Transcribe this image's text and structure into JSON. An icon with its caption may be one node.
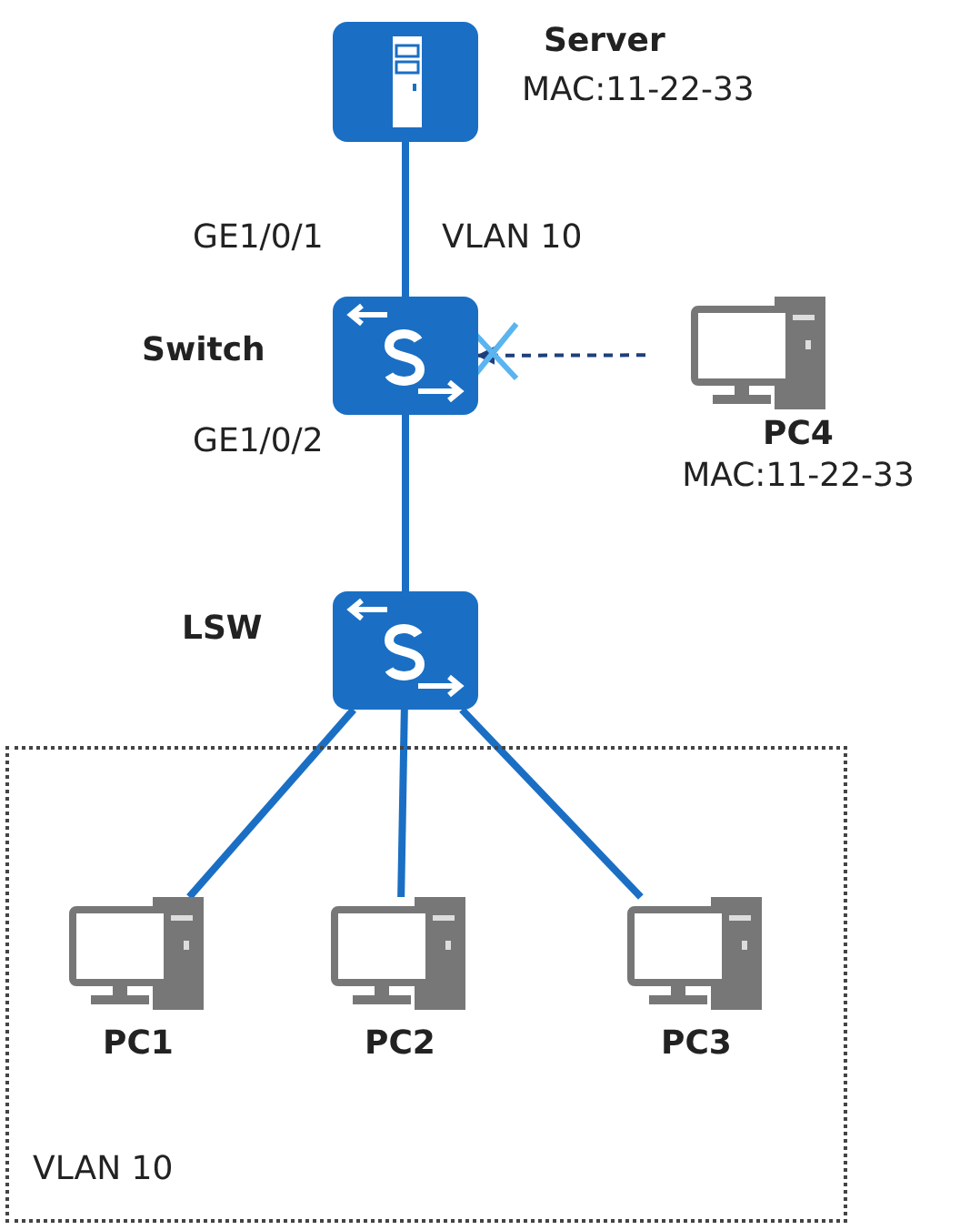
{
  "diagram": {
    "nodes": [
      {
        "text": [
          "Server",
          "MAC:11-22-33"
        ]
      },
      {
        "text": [
          "Switch"
        ]
      },
      {
        "text": [
          "PC4",
          "MAC:11-22-33"
        ]
      },
      {
        "text": [
          "LSW"
        ]
      },
      {
        "text": [
          "VLAN 10"
        ]
      },
      {
        "text": [
          "PC1"
        ],
        "in": 4
      },
      {
        "text": [
          "PC2"
        ],
        "in": 4
      },
      {
        "text": [
          "PC3"
        ],
        "in": 4
      }
    ],
    "edges": [
      {
        "from": 0,
        "to": 1,
        "arrow": "none"
      },
      {
        "from": 2,
        "to": 1,
        "arrow": "to",
        "style": "dashed",
        "color": "#1f3f7a"
      },
      {
        "from": 1,
        "to": 3,
        "arrow": "none"
      },
      {
        "from": 3,
        "to": 5,
        "arrow": "none"
      },
      {
        "from": 3,
        "to": 6,
        "arrow": "none"
      },
      {
        "from": 3,
        "to": 7,
        "arrow": "none"
      }
    ],
    "labels": [
      "GE1/0/1",
      "VLAN 10",
      "GE1/0/2"
    ]
  }
}
